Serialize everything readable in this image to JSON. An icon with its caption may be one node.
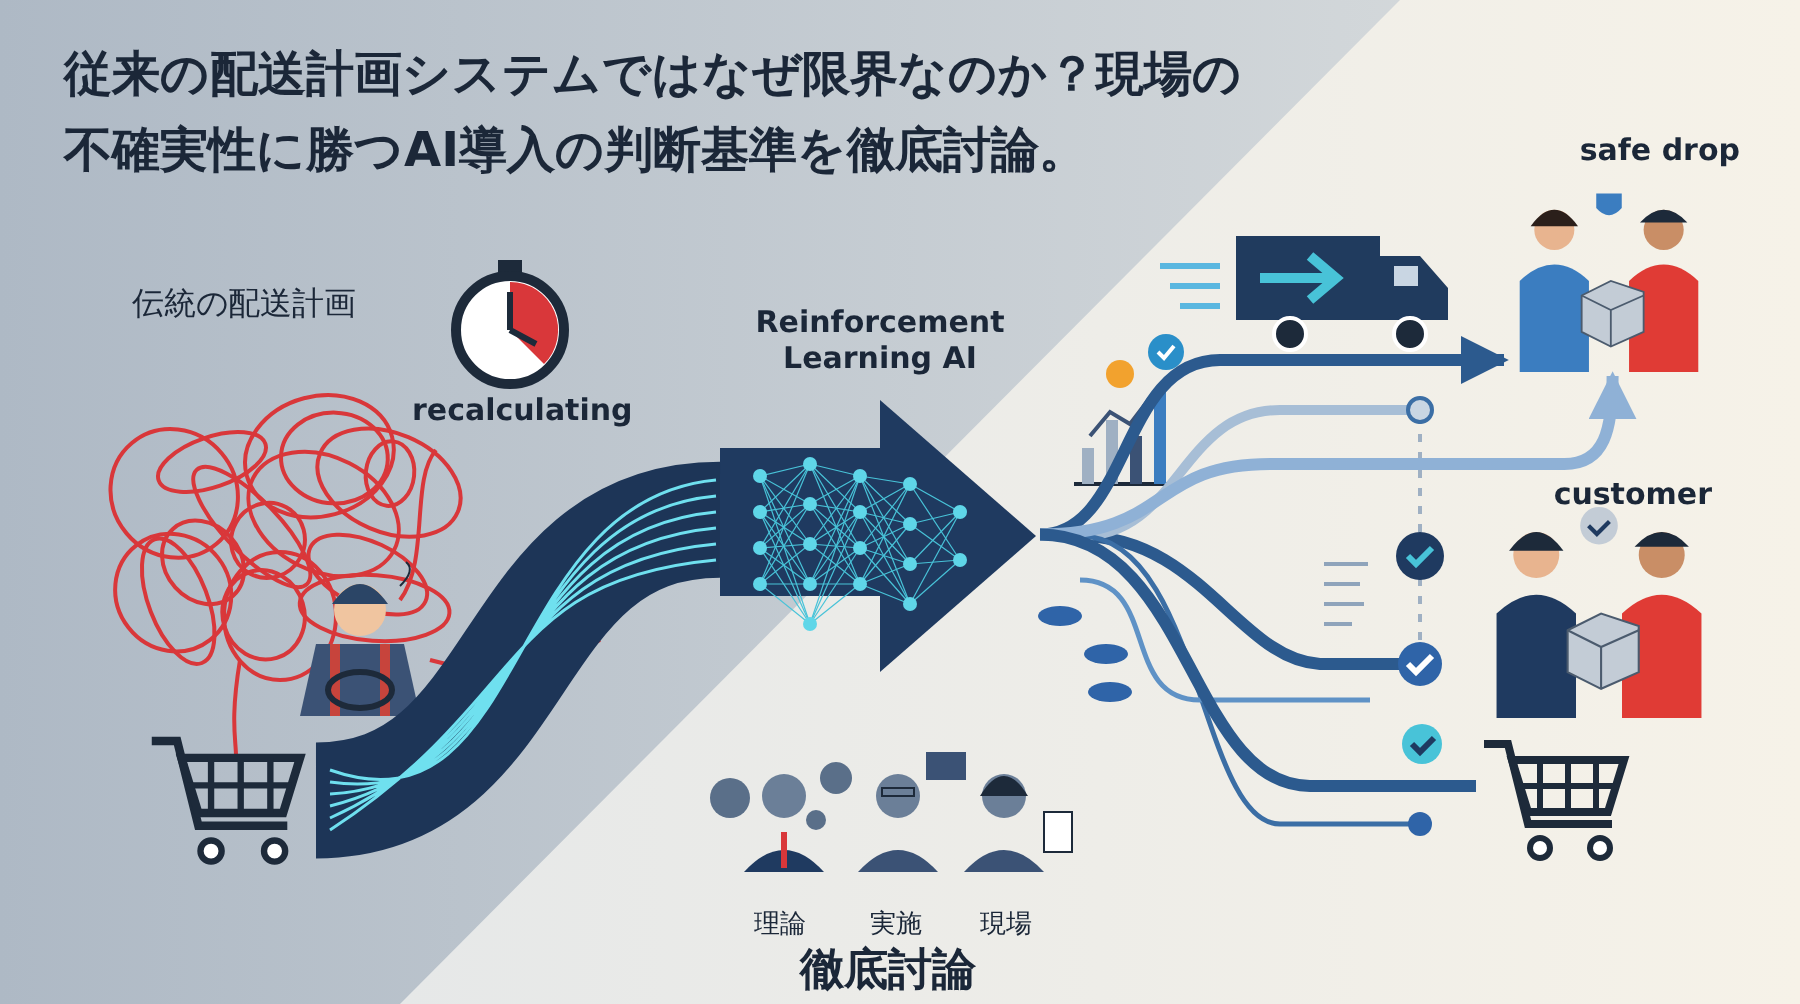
{
  "diagram": {
    "title": "従来の配送計画システムではなぜ限界なのか？現場の不確実性に勝つAI導入の判断基準を徹底討論。",
    "nodes": [
      {
        "text": [],
        "shape": "picture"
      },
      {
        "text": [
          "Reinforcement Learning AI"
        ]
      },
      {
        "text": [
          "safe drop"
        ]
      },
      {
        "text": [
          "customer"
        ]
      },
      {
        "text": [],
        "shape": "picture"
      }
    ],
    "edges": [
      {
        "from": 0,
        "to": 1,
        "arrow": "none",
        "style": "thick",
        "color": "#1d3557"
      },
      {
        "from": 1,
        "to": 2,
        "arrow": "to"
      },
      {
        "from": 1,
        "to": 2,
        "arrow": "to",
        "color": "#8fb1d6"
      },
      {
        "from": 1,
        "to": 4,
        "arrow": "none"
      }
    ],
    "labels": [
      "伝統の配送計画",
      "recalculating",
      "理論",
      "実施",
      "現場",
      "徹底討論"
    ]
  }
}
